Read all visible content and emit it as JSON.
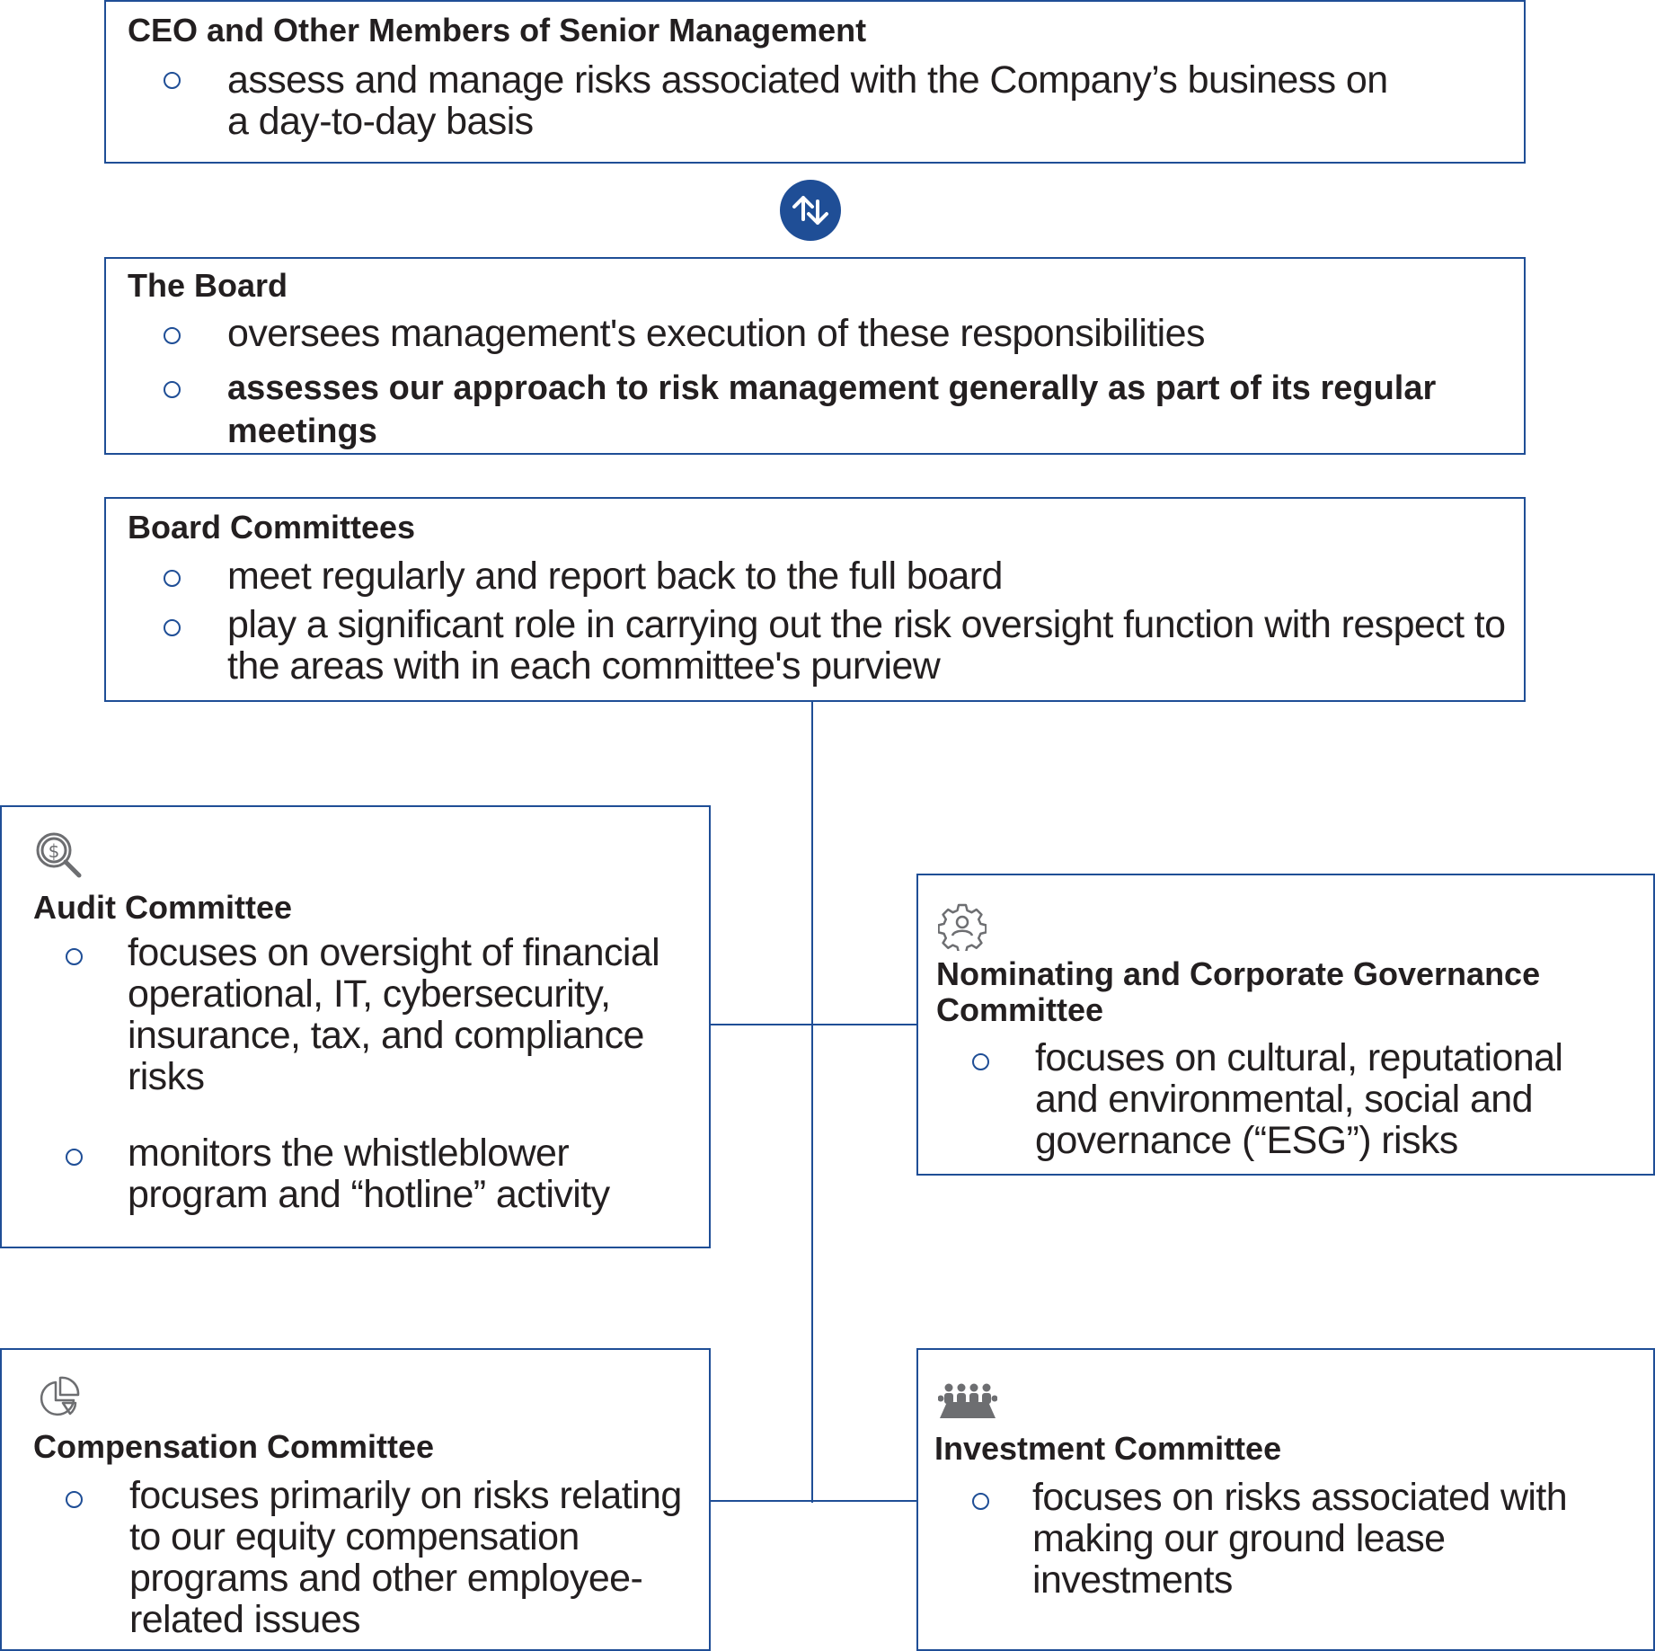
{
  "colors": {
    "accent": "#1f4e96",
    "text": "#231f20",
    "icon_gray": "#6d6e71"
  },
  "senior_management": {
    "title": "CEO and Other Members of Senior Management",
    "items": [
      "assess and manage risks associated with the Company’s business on a day-to-day basis"
    ]
  },
  "connector_icon": "up-down-arrows-icon",
  "board": {
    "title": "The Board",
    "items": [
      "oversees management's execution of these responsibilities",
      "assesses our approach to risk management generally as part of its regular meetings"
    ]
  },
  "board_committees": {
    "title": "Board Committees",
    "items": [
      "meet regularly and report back to the full board",
      "play a significant role in carrying out the risk oversight function with respect to the areas with in each committee's purview"
    ]
  },
  "audit": {
    "icon": "magnifier-dollar-icon",
    "title": "Audit Committee",
    "items": [
      "focuses on oversight of financial operational, IT, cybersecurity, insurance, tax, and compliance risks",
      "monitors the whistleblower program and “hotline” activity"
    ]
  },
  "nominating": {
    "icon": "gear-person-icon",
    "title": "Nominating and Corporate Governance Committee",
    "items": [
      "focuses on cultural, reputational and environmental, social and governance (“ESG”) risks"
    ]
  },
  "compensation": {
    "icon": "pie-chart-icon",
    "title": "Compensation Committee",
    "items": [
      "focuses primarily on risks relating to our equity compensation programs and other employee-related issues"
    ]
  },
  "investment": {
    "icon": "meeting-table-icon",
    "title": "Investment Committee",
    "items": [
      "focuses on risks associated with making our ground lease investments"
    ]
  }
}
